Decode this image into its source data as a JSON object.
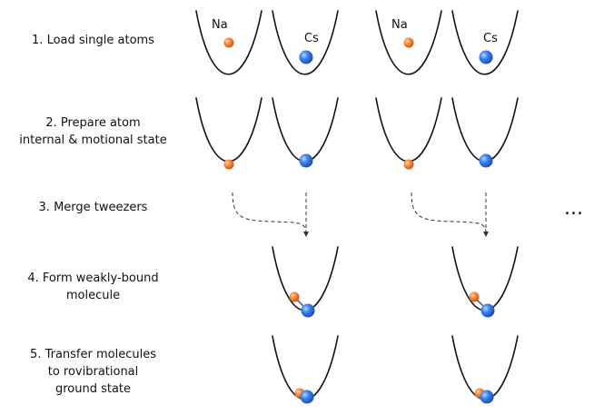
{
  "steps": [
    {
      "line1": "1. Load single atoms",
      "line2": "",
      "line3": ""
    },
    {
      "line1": "2. Prepare atom",
      "line2": "internal & motional state",
      "line3": ""
    },
    {
      "line1": "3. Merge tweezers",
      "line2": "",
      "line3": ""
    },
    {
      "line1": "4. Form weakly-bound",
      "line2": "molecule",
      "line3": ""
    },
    {
      "line1": "5. Transfer molecules",
      "line2": "to rovibrational",
      "line3": "ground state"
    }
  ],
  "atoms": {
    "na_label": "Na",
    "cs_label": "Cs",
    "na_color": "#f07a2a",
    "cs_color": "#2a6fe0"
  },
  "ellipsis": "..."
}
